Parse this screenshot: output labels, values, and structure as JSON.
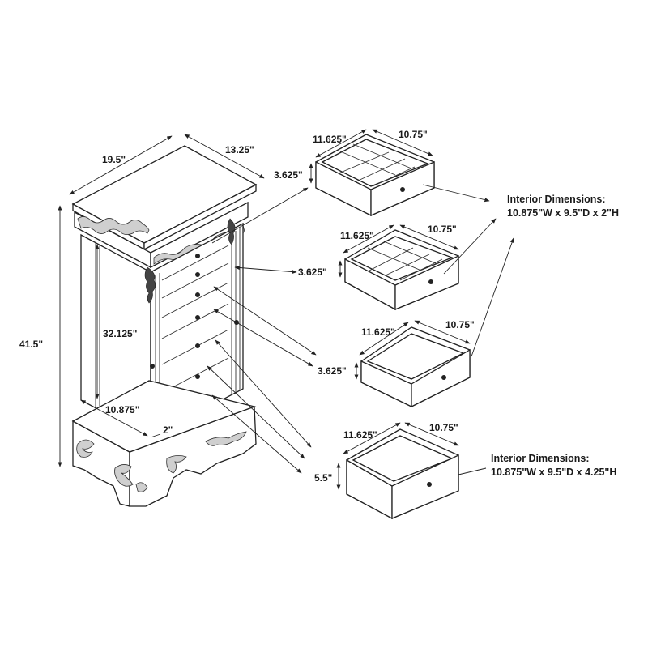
{
  "colors": {
    "line": "#222222",
    "ornament": "#cfcfcf",
    "background": "#ffffff"
  },
  "cabinet": {
    "width": "19.5\"",
    "depth": "13.25\"",
    "height": "41.5\"",
    "inner_height": "32.125\"",
    "inner_width": "10.875\"",
    "leg": "2\""
  },
  "drawers": [
    {
      "width": "11.625\"",
      "depth": "10.75\"",
      "height": "3.625\""
    },
    {
      "width": "11.625\"",
      "depth": "10.75\"",
      "height": "3.625\""
    },
    {
      "width": "11.625\"",
      "depth": "10.75\"",
      "height": "3.625\""
    },
    {
      "width": "11.625\"",
      "depth": "10.75\"",
      "height": "5.5\""
    }
  ],
  "interior_notes": [
    {
      "title": "Interior Dimensions:",
      "value": "10.875\"W x 9.5\"D x 2\"H"
    },
    {
      "title": "Interior Dimensions:",
      "value": "10.875\"W x 9.5\"D x 4.25\"H"
    }
  ]
}
